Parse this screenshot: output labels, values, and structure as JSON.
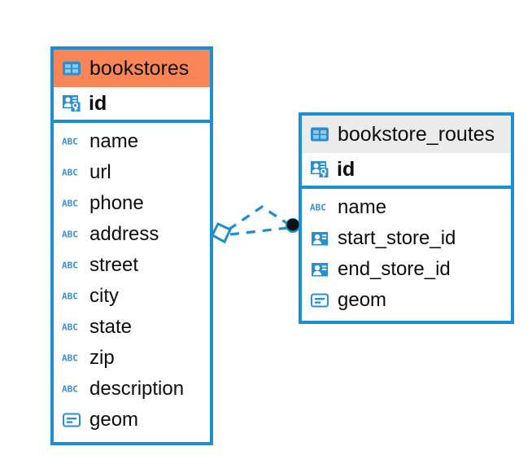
{
  "diagram": {
    "type": "er-diagram",
    "title": "",
    "background": "#ffffff",
    "accent_color": "#1b8fd0",
    "highlight_color": "#fa8657",
    "header_grey": "#ebebeb"
  },
  "entities": [
    {
      "name": "bookstores",
      "header_icon": "table-icon",
      "header_style": "orange",
      "primary_key": {
        "name": "id",
        "icon": "primary-key-icon"
      },
      "columns": [
        {
          "name": "name",
          "icon": "abc-text-icon"
        },
        {
          "name": "url",
          "icon": "abc-text-icon"
        },
        {
          "name": "phone",
          "icon": "abc-text-icon"
        },
        {
          "name": "address",
          "icon": "abc-text-icon"
        },
        {
          "name": "street",
          "icon": "abc-text-icon"
        },
        {
          "name": "city",
          "icon": "abc-text-icon"
        },
        {
          "name": "state",
          "icon": "abc-text-icon"
        },
        {
          "name": "zip",
          "icon": "abc-text-icon"
        },
        {
          "name": "description",
          "icon": "abc-text-icon"
        },
        {
          "name": "geom",
          "icon": "geometry-icon"
        }
      ]
    },
    {
      "name": "bookstore_routes",
      "header_icon": "table-icon",
      "header_style": "grey",
      "primary_key": {
        "name": "id",
        "icon": "primary-key-icon"
      },
      "columns": [
        {
          "name": "name",
          "icon": "abc-text-icon"
        },
        {
          "name": "start_store_id",
          "icon": "foreign-key-icon"
        },
        {
          "name": "end_store_id",
          "icon": "foreign-key-icon"
        },
        {
          "name": "geom",
          "icon": "geometry-icon"
        }
      ]
    }
  ],
  "relationship": {
    "source_entity": "bookstores",
    "target_entity": "bookstore_routes",
    "source_endpoint_icon": "diamond-endpoint-icon",
    "target_endpoint_icon": "filled-circle-endpoint-icon",
    "line_style": "dashed",
    "line_color": "#1b8fd0"
  },
  "icon_labels": {
    "abc": "ABC"
  }
}
